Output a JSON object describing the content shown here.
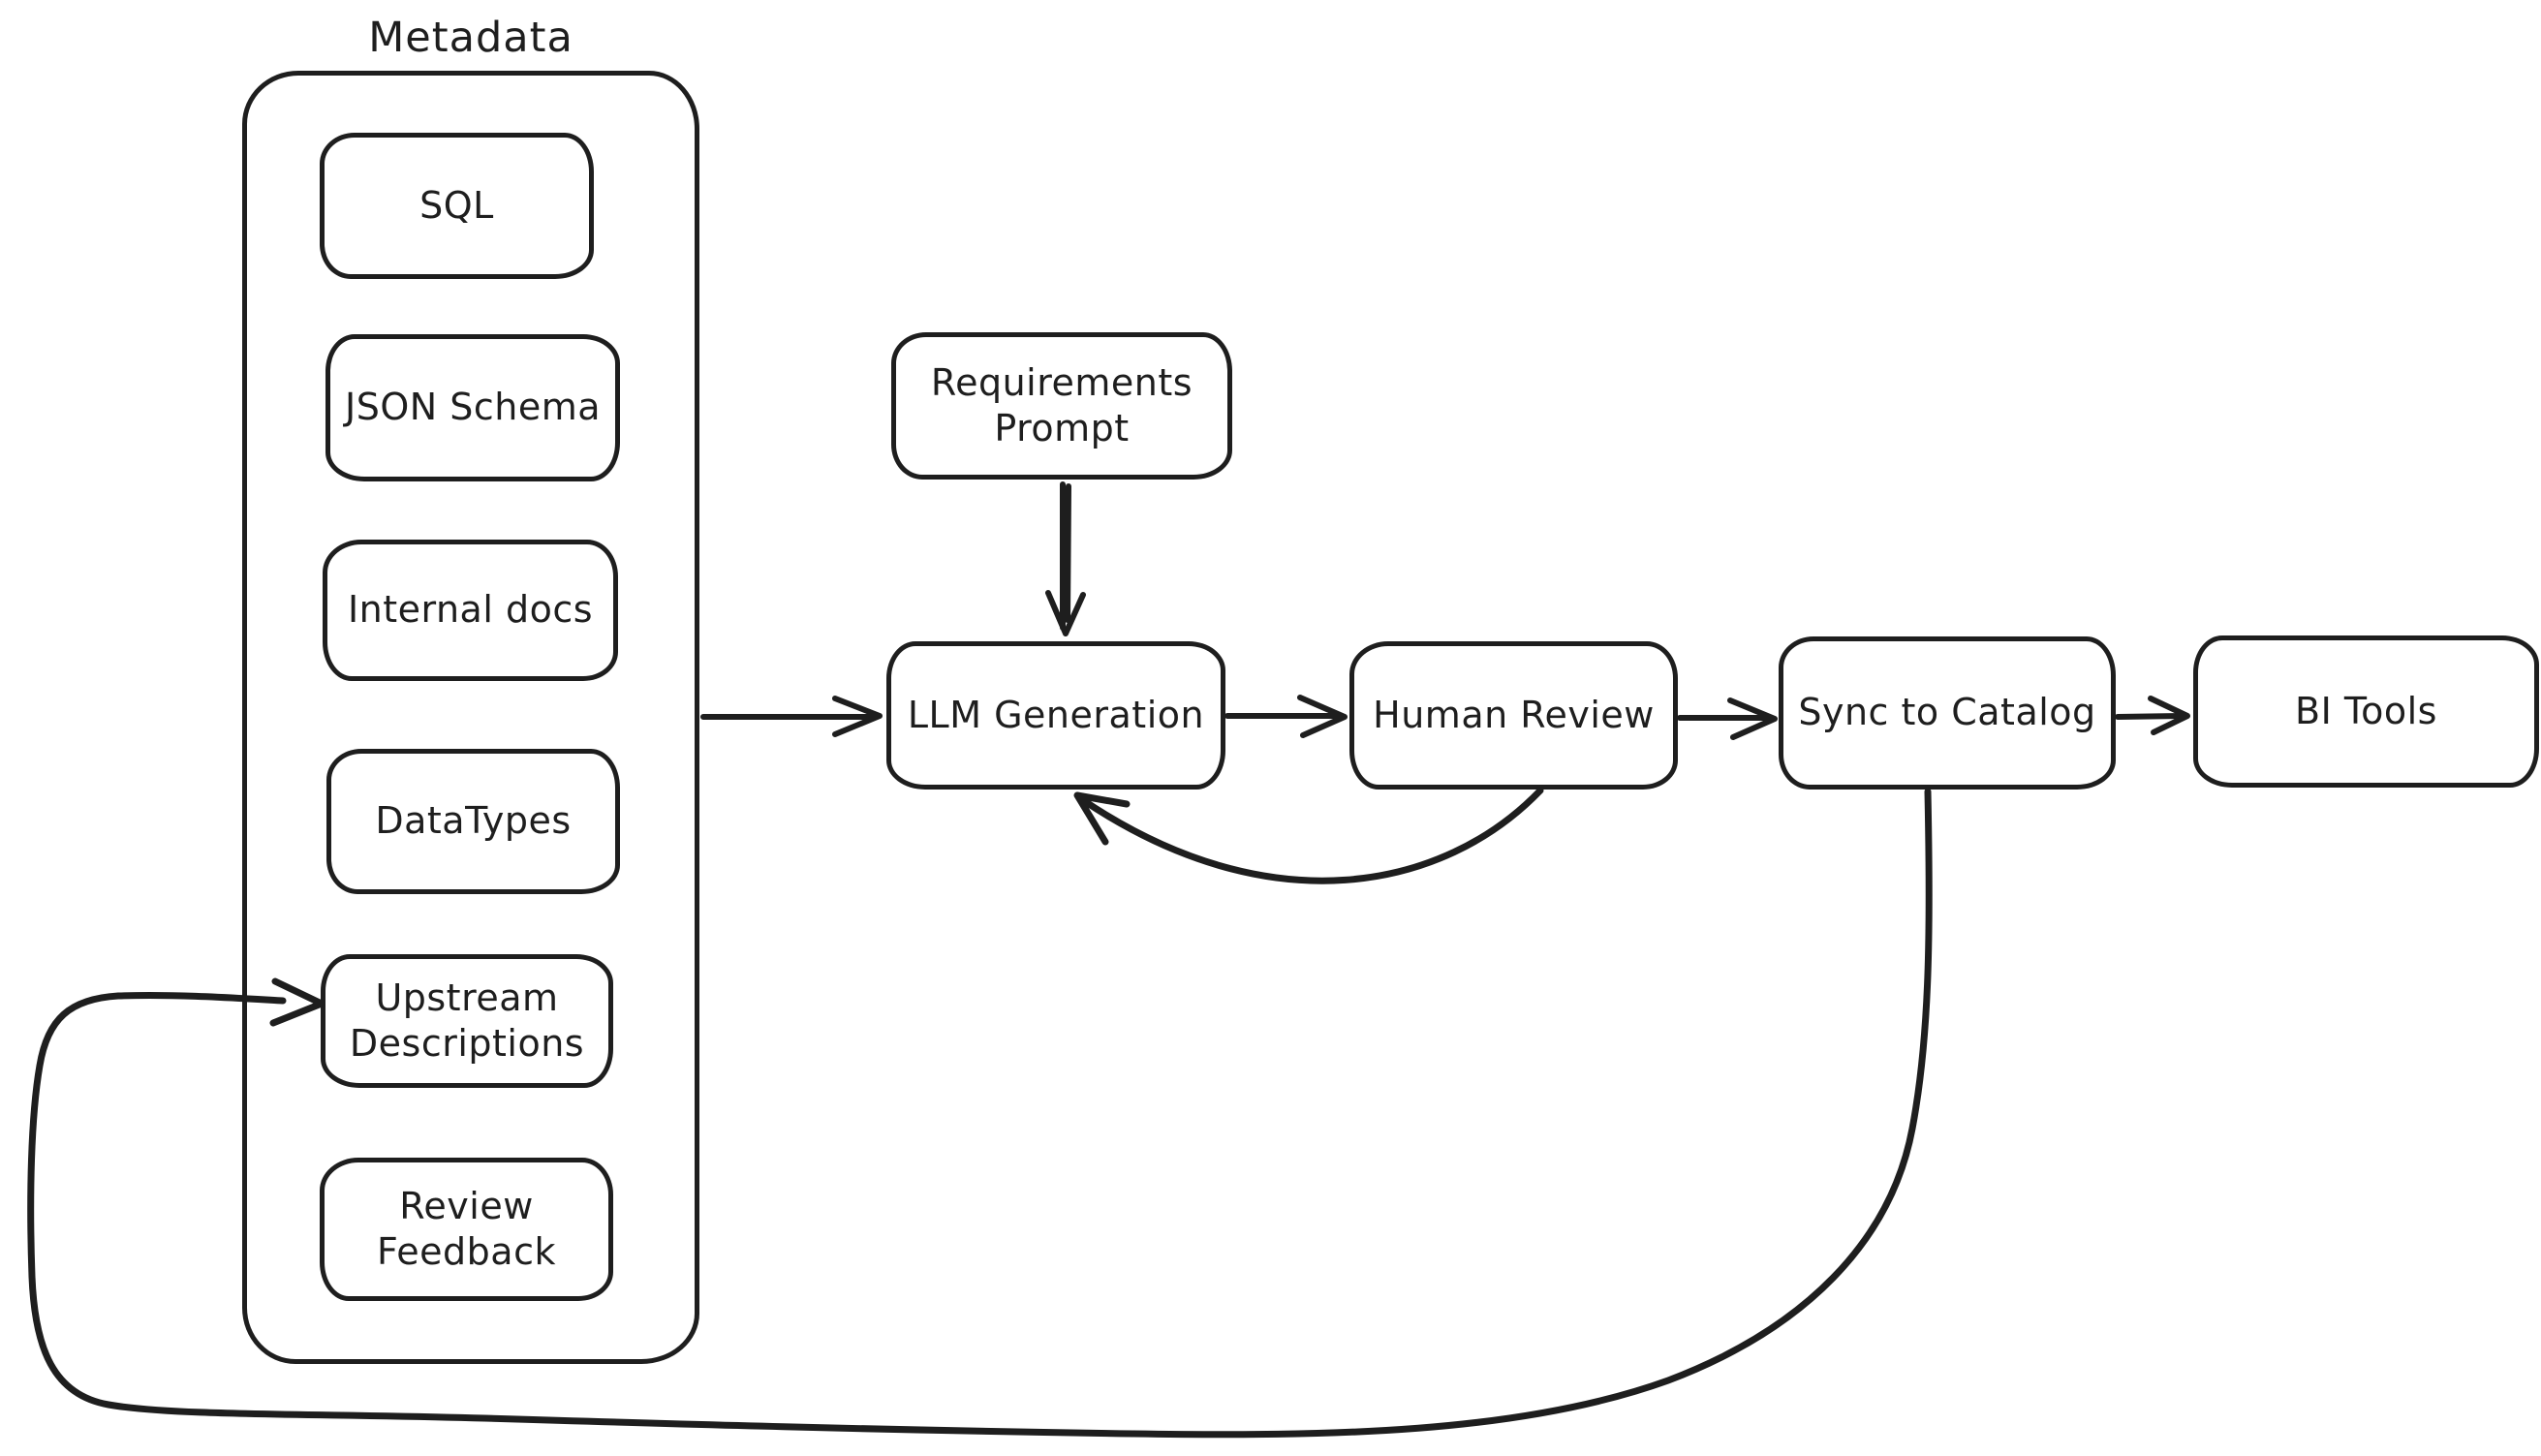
{
  "diagram": {
    "group": {
      "label": "Metadata"
    },
    "nodes": {
      "sql": {
        "label": "SQL"
      },
      "json_schema": {
        "label": "JSON Schema"
      },
      "internal_docs": {
        "label": "Internal docs"
      },
      "datatypes": {
        "label": "DataTypes"
      },
      "upstream_descriptions": {
        "label": "Upstream Descriptions"
      },
      "review_feedback": {
        "label": "Review Feedback"
      },
      "requirements_prompt": {
        "label": "Requirements Prompt"
      },
      "llm_generation": {
        "label": "LLM Generation"
      },
      "human_review": {
        "label": "Human Review"
      },
      "sync_to_catalog": {
        "label": "Sync to Catalog"
      },
      "bi_tools": {
        "label": "BI Tools"
      }
    },
    "edges": [
      {
        "from": "metadata_group",
        "to": "llm_generation"
      },
      {
        "from": "requirements_prompt",
        "to": "llm_generation"
      },
      {
        "from": "llm_generation",
        "to": "human_review"
      },
      {
        "from": "human_review",
        "to": "llm_generation"
      },
      {
        "from": "human_review",
        "to": "sync_to_catalog"
      },
      {
        "from": "sync_to_catalog",
        "to": "bi_tools"
      },
      {
        "from": "sync_to_catalog",
        "to": "upstream_descriptions"
      }
    ],
    "colors": {
      "ink": "#1e1e1e",
      "background": "#ffffff"
    }
  }
}
